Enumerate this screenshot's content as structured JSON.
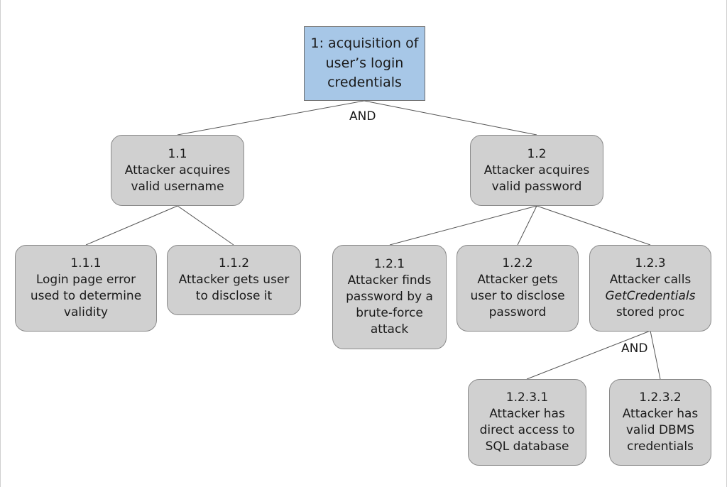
{
  "diagram": {
    "nodes": {
      "root": {
        "lines": [
          "1: acquisition of",
          "user’s login",
          "credentials"
        ]
      },
      "n1_1": {
        "id": "1.1",
        "lines": [
          "Attacker acquires",
          "valid username"
        ]
      },
      "n1_2": {
        "id": "1.2",
        "lines": [
          "Attacker acquires",
          "valid password"
        ]
      },
      "n1_1_1": {
        "id": "1.1.1",
        "lines": [
          "Login page error",
          "used to determine",
          "validity"
        ]
      },
      "n1_1_2": {
        "id": "1.1.2",
        "lines": [
          "Attacker gets user",
          "to disclose it"
        ]
      },
      "n1_2_1": {
        "id": "1.2.1",
        "lines": [
          "Attacker finds",
          "password by a",
          "brute-force",
          "attack"
        ]
      },
      "n1_2_2": {
        "id": "1.2.2",
        "lines": [
          "Attacker gets",
          "user to disclose",
          "password"
        ]
      },
      "n1_2_3": {
        "id": "1.2.3",
        "lines": [
          "Attacker calls",
          "GetCredentials",
          "stored proc"
        ]
      },
      "n1_2_3_1": {
        "id": "1.2.3.1",
        "lines": [
          "Attacker has",
          "direct access to",
          "SQL database"
        ]
      },
      "n1_2_3_2": {
        "id": "1.2.3.2",
        "lines": [
          "Attacker has",
          "valid DBMS",
          "credentials"
        ]
      }
    },
    "gates": {
      "root_and": "AND",
      "n1_2_3_and": "AND"
    },
    "colors": {
      "root_fill": "#a7c7e7",
      "node_fill": "#d0d0d0",
      "edge": "#555555"
    }
  }
}
